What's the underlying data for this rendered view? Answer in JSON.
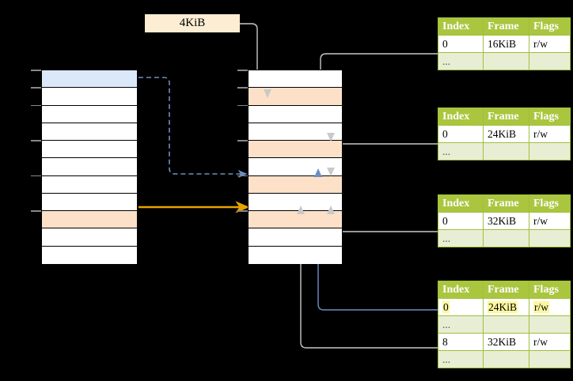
{
  "diagram": {
    "title_label": "4KiB",
    "left_column": {
      "name": "virtual-address-space",
      "row_count": 11,
      "highlight_blue_row": 0,
      "highlight_peach_row": 8,
      "tick_rows": [
        0,
        1,
        2,
        4,
        6,
        8
      ]
    },
    "middle_column": {
      "name": "physical-memory",
      "row_count": 11,
      "peach_rows": [
        1,
        4,
        6,
        8
      ],
      "tick_rows": [
        0,
        1,
        2,
        4,
        6,
        8
      ]
    },
    "tables": [
      {
        "name": "page-table-level-0",
        "headers": [
          "Index",
          "Frame",
          "Flags"
        ],
        "rows": [
          {
            "cells": [
              "0",
              "16KiB",
              "r/w"
            ],
            "dim": false,
            "highlight": false
          },
          {
            "cells": [
              "...",
              "",
              ""
            ],
            "dim": true,
            "highlight": false
          }
        ]
      },
      {
        "name": "page-table-level-1",
        "headers": [
          "Index",
          "Frame",
          "Flags"
        ],
        "rows": [
          {
            "cells": [
              "0",
              "24KiB",
              "r/w"
            ],
            "dim": false,
            "highlight": false
          },
          {
            "cells": [
              "...",
              "",
              ""
            ],
            "dim": true,
            "highlight": false
          }
        ]
      },
      {
        "name": "page-table-level-2",
        "headers": [
          "Index",
          "Frame",
          "Flags"
        ],
        "rows": [
          {
            "cells": [
              "0",
              "32KiB",
              "r/w"
            ],
            "dim": false,
            "highlight": false
          },
          {
            "cells": [
              "...",
              "",
              ""
            ],
            "dim": true,
            "highlight": false
          }
        ]
      },
      {
        "name": "page-table-level-3",
        "headers": [
          "Index",
          "Frame",
          "Flags"
        ],
        "rows": [
          {
            "cells": [
              "0",
              "24KiB",
              "r/w"
            ],
            "dim": false,
            "highlight": true
          },
          {
            "cells": [
              "...",
              "",
              ""
            ],
            "dim": true,
            "highlight": false
          },
          {
            "cells": [
              "8",
              "32KiB",
              "r/w"
            ],
            "dim": false,
            "highlight": false
          },
          {
            "cells": [
              "...",
              "",
              ""
            ],
            "dim": true,
            "highlight": false
          }
        ]
      }
    ],
    "colors": {
      "header_green": "#aac63f",
      "row_dim": "#e8eed4",
      "blue_cell": "#dbe8fa",
      "peach_cell": "#fce0c8",
      "label_box": "#fdedd3",
      "highlight_yellow": "#fdf7a0",
      "arrow_orange": "#e8a200",
      "arrow_blue": "#6b8fc4",
      "arrow_gray": "#bdbdbd",
      "connector_gray": "#c8c8c8",
      "background": "#000000"
    }
  }
}
